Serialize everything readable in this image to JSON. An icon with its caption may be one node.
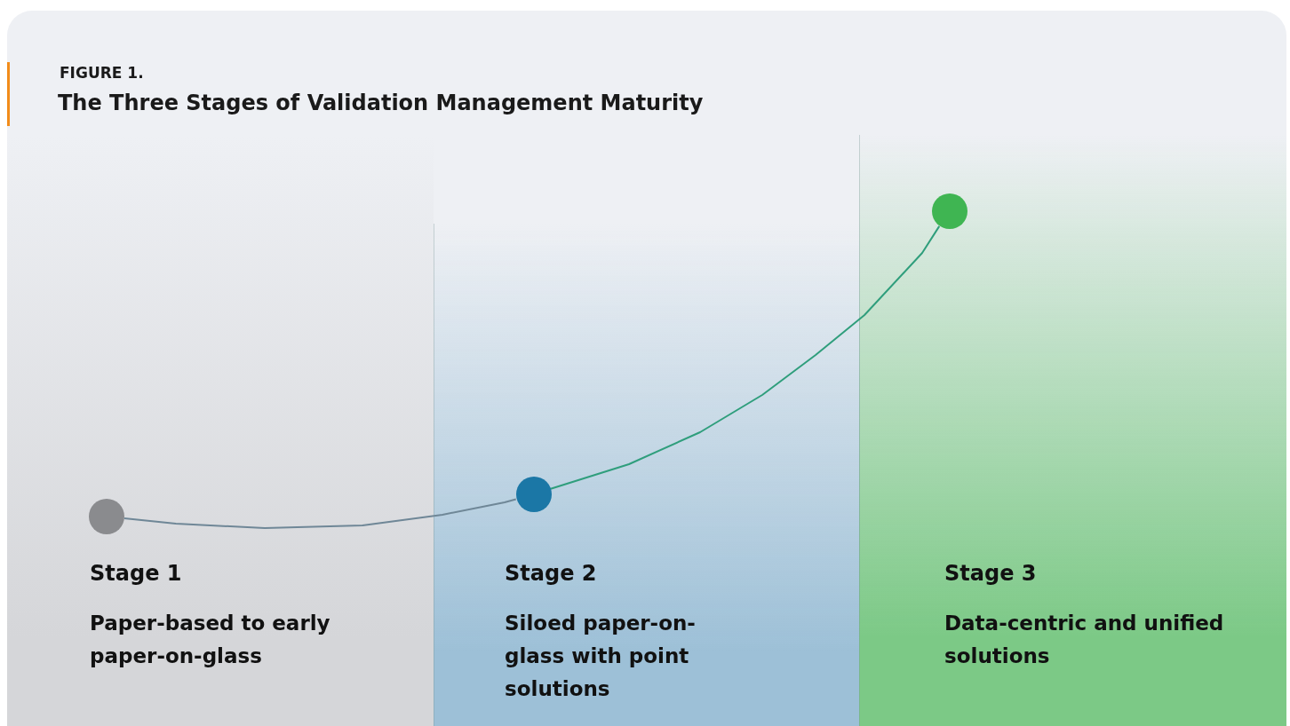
{
  "diagram": {
    "title": "The Three Stages of Validation Management Maturity",
    "nodes": [
      {
        "text": [
          "Stage 1",
          "Paper-based to early paper-on-glass"
        ]
      },
      {
        "text": [
          "Stage 2",
          "Siloed paper-on-glass with point solutions"
        ]
      },
      {
        "text": [
          "Stage 3",
          "Data-centric and unified solutions"
        ]
      },
      {
        "text": [],
        "shape": "circle",
        "in": 0
      },
      {
        "text": [],
        "shape": "circle",
        "in": 1
      },
      {
        "text": [],
        "shape": "circle",
        "in": 2
      }
    ],
    "edges": [
      {
        "from": 3,
        "to": 4,
        "arrow": "none",
        "color": "#6f8797"
      },
      {
        "from": 4,
        "to": 5,
        "arrow": "none",
        "color": "#2f9e7c"
      }
    ],
    "labels": [
      "FIGURE 1."
    ]
  }
}
